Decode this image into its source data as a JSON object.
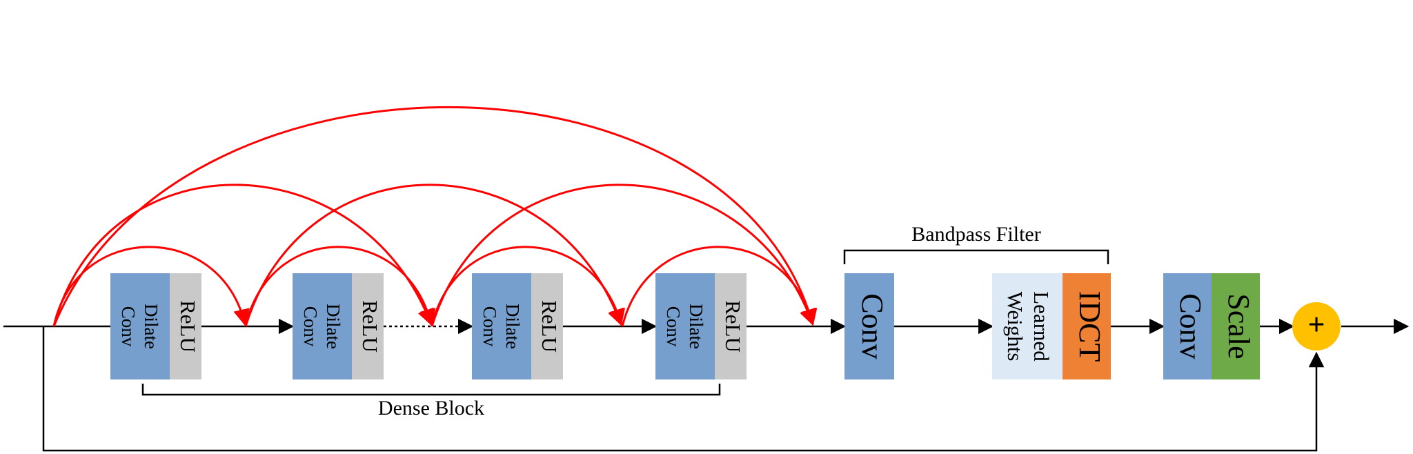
{
  "colors": {
    "blue": "#769FCD",
    "gray": "#C9C9C9",
    "light_blue": "#DDEAF5",
    "orange": "#EE8133",
    "green": "#6FAA48",
    "yellow": "#FFC000",
    "red": "#FF0000",
    "black": "#000000"
  },
  "dense_blocks": [
    {
      "conv_line1": "Dilate",
      "conv_line2": "Conv",
      "act": "ReLU"
    },
    {
      "conv_line1": "Dilate",
      "conv_line2": "Conv",
      "act": "ReLU"
    },
    {
      "conv_line1": "Dilate",
      "conv_line2": "Conv",
      "act": "ReLU"
    },
    {
      "conv_line1": "Dilate",
      "conv_line2": "Conv",
      "act": "ReLU"
    }
  ],
  "dense_block_label": "Dense Block",
  "bandpass": {
    "label": "Bandpass Filter",
    "conv": "Conv",
    "weights_line1": "Learned",
    "weights_line2": "Weights",
    "idct": "IDCT"
  },
  "output_stage": {
    "conv": "Conv",
    "scale": "Scale"
  },
  "sum_symbol": "+"
}
